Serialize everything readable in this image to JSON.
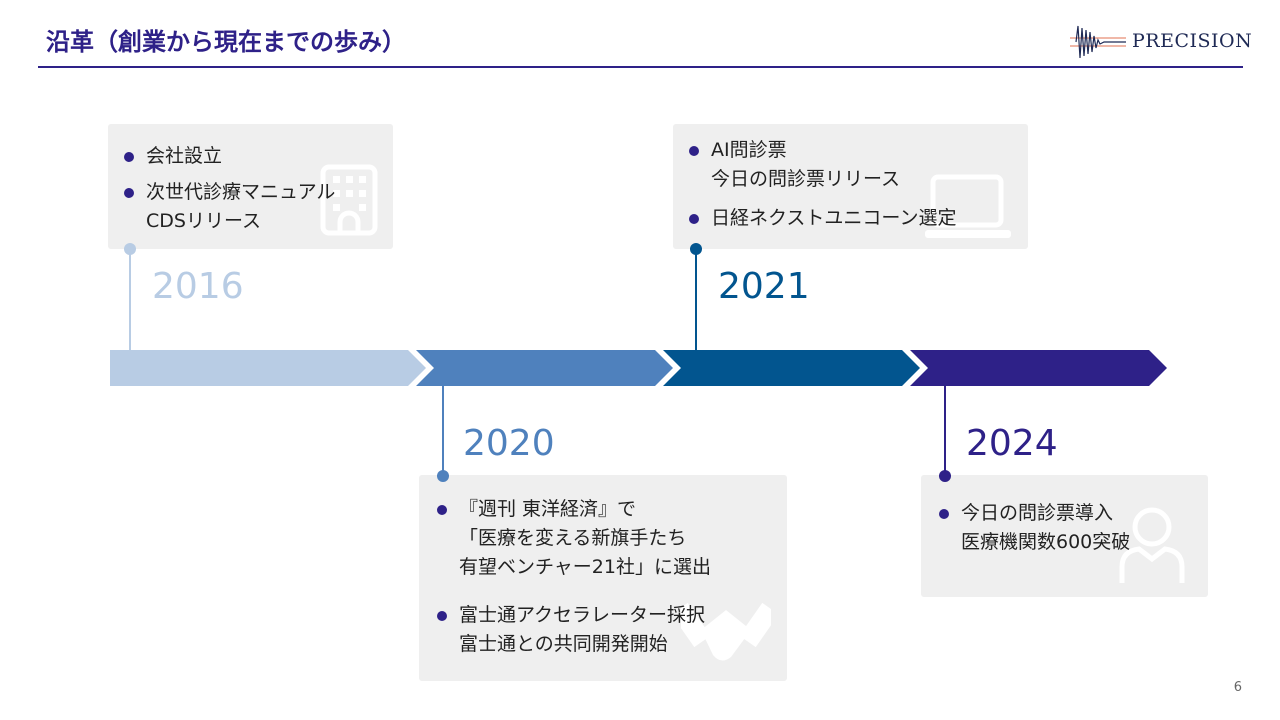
{
  "header": {
    "title": "沿革（創業から現在までの歩み）",
    "logo_text": "PRECISION"
  },
  "colors": {
    "c2016": "#b8cce4",
    "c2020": "#4f81bd",
    "c2021": "#02558f",
    "c2024": "#2e2188"
  },
  "milestones": [
    {
      "year": "2016",
      "items": [
        [
          "会社設立"
        ],
        [
          "次世代診療マニュアル",
          "CDSリリース"
        ]
      ],
      "icon": "building-icon"
    },
    {
      "year": "2020",
      "items": [
        [
          "『週刊 東洋経済』で",
          "「医療を変える新旗手たち",
          "有望ベンチャー21社」に選出"
        ],
        [
          "富士通アクセラレーター採択",
          "富士通との共同開発開始"
        ]
      ],
      "icon": "handshake-icon"
    },
    {
      "year": "2021",
      "items": [
        [
          "AI問診票",
          "今日の問診票リリース"
        ],
        [
          "日経ネクストユニコーン選定"
        ]
      ],
      "icon": "laptop-icon"
    },
    {
      "year": "2024",
      "items": [
        [
          "今日の問診票導入",
          "医療機関数600突破"
        ]
      ],
      "icon": "doctor-icon"
    }
  ],
  "page_number": "6"
}
